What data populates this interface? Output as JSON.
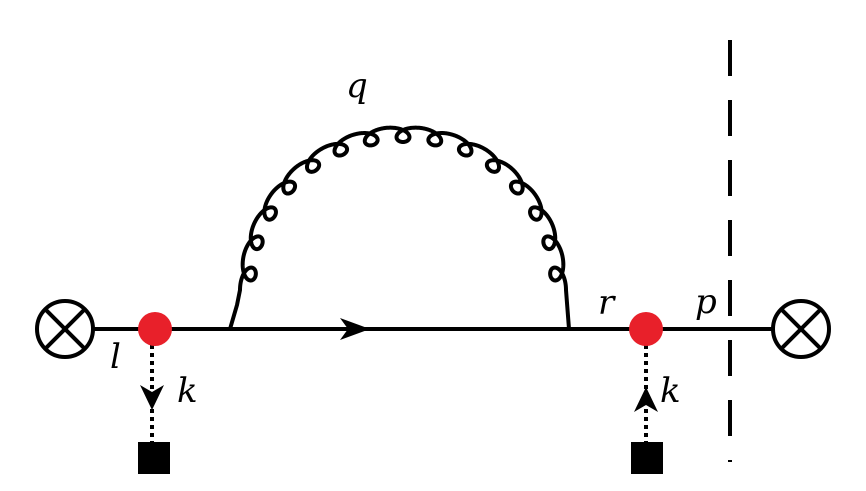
{
  "labels": {
    "gluon_momentum": "q",
    "left_quark_momentum": "l",
    "right_vertex_momentum": "r",
    "cut_momentum": "p",
    "left_exchange_momentum": "k",
    "right_exchange_momentum": "k"
  },
  "colors": {
    "line": "#000000",
    "vertex": "#e8202a",
    "background": "#ffffff"
  },
  "icons": {
    "left_operator": "circled-times-icon",
    "right_operator": "circled-times-icon",
    "left_source": "filled-square-icon",
    "right_source": "filled-square-icon"
  }
}
